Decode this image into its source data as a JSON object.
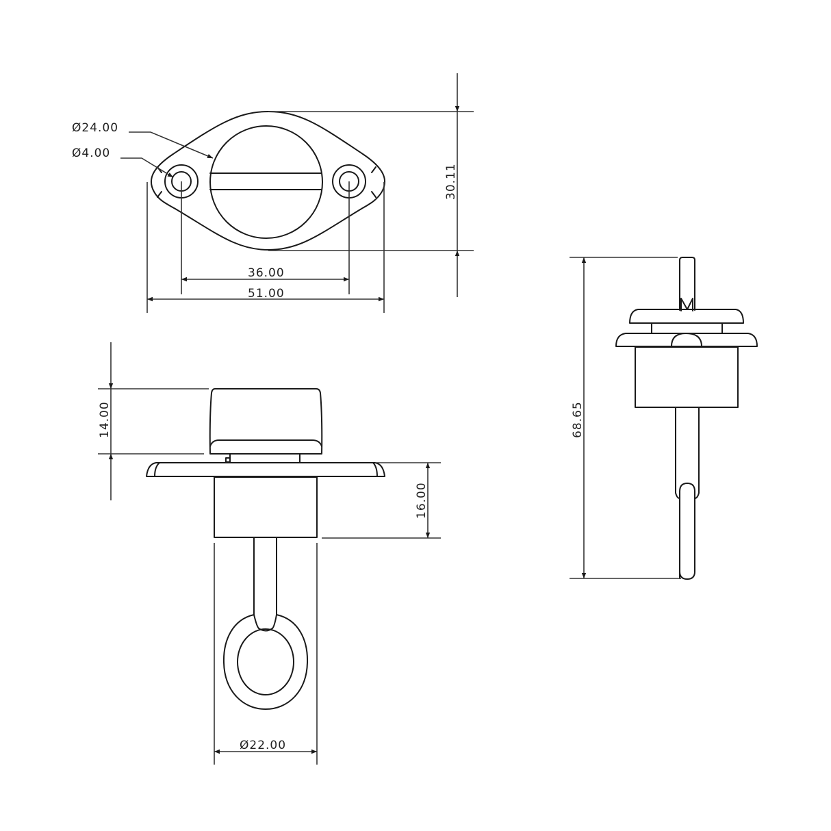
{
  "drawing": {
    "colors": {
      "line": "#1a1a1a",
      "dimension": "#333333",
      "background": "#ffffff"
    },
    "top_view": {
      "label_large_bore": "Ø24.00",
      "label_small_hole": "Ø4.00",
      "height": "30.11",
      "hole_spacing": "36.00",
      "overall_width": "51.00"
    },
    "front_view": {
      "cap_height": "14.00",
      "body_height": "16.00",
      "body_diameter": "Ø22.00"
    },
    "side_view": {
      "overall_length": "68.65"
    }
  }
}
